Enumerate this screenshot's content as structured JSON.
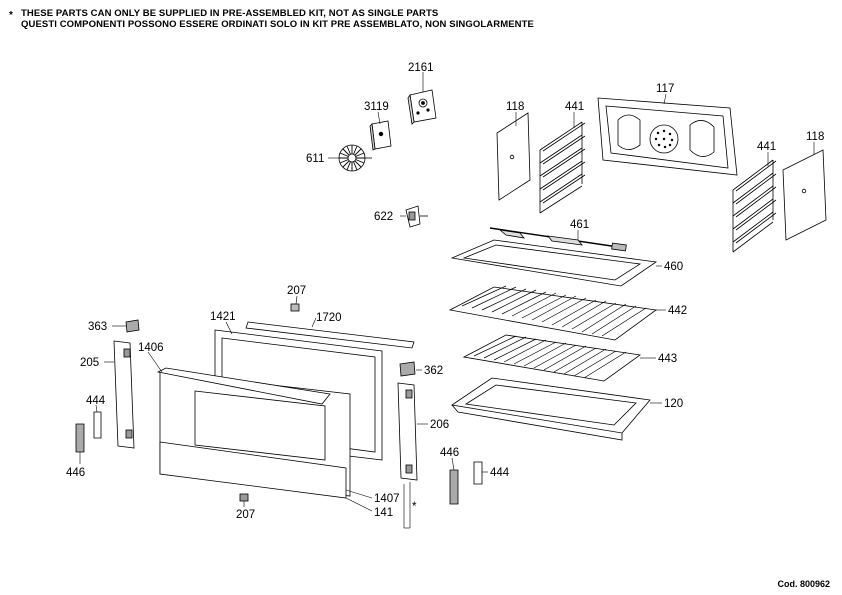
{
  "header": {
    "note_en": "THESE PARTS CAN ONLY BE SUPPLIED IN PRE-ASSEMBLED KIT, NOT AS SINGLE PARTS",
    "note_it": "QUESTI COMPONENTI POSSONO ESSERE ORDINATI SOLO IN KIT PRE ASSEMBLATO, NON SINGOLARMENTE",
    "star": "*"
  },
  "code": "Cod. 800962",
  "parts": {
    "p2161": "2161",
    "p3119": "3119",
    "p611": "611",
    "p622": "622",
    "p118a": "118",
    "p441a": "441",
    "p117": "117",
    "p441b": "441",
    "p118b": "118",
    "p461": "461",
    "p460": "460",
    "p442": "442",
    "p443": "443",
    "p120": "120",
    "p207a": "207",
    "p1421": "1421",
    "p1720": "1720",
    "p363": "363",
    "p205": "205",
    "p1406": "1406",
    "p362": "362",
    "p444a": "444",
    "p446a": "446",
    "p206": "206",
    "p446b": "446",
    "p444b": "444",
    "p1407": "1407",
    "p141": "141",
    "p207b": "207",
    "star2": "*"
  }
}
